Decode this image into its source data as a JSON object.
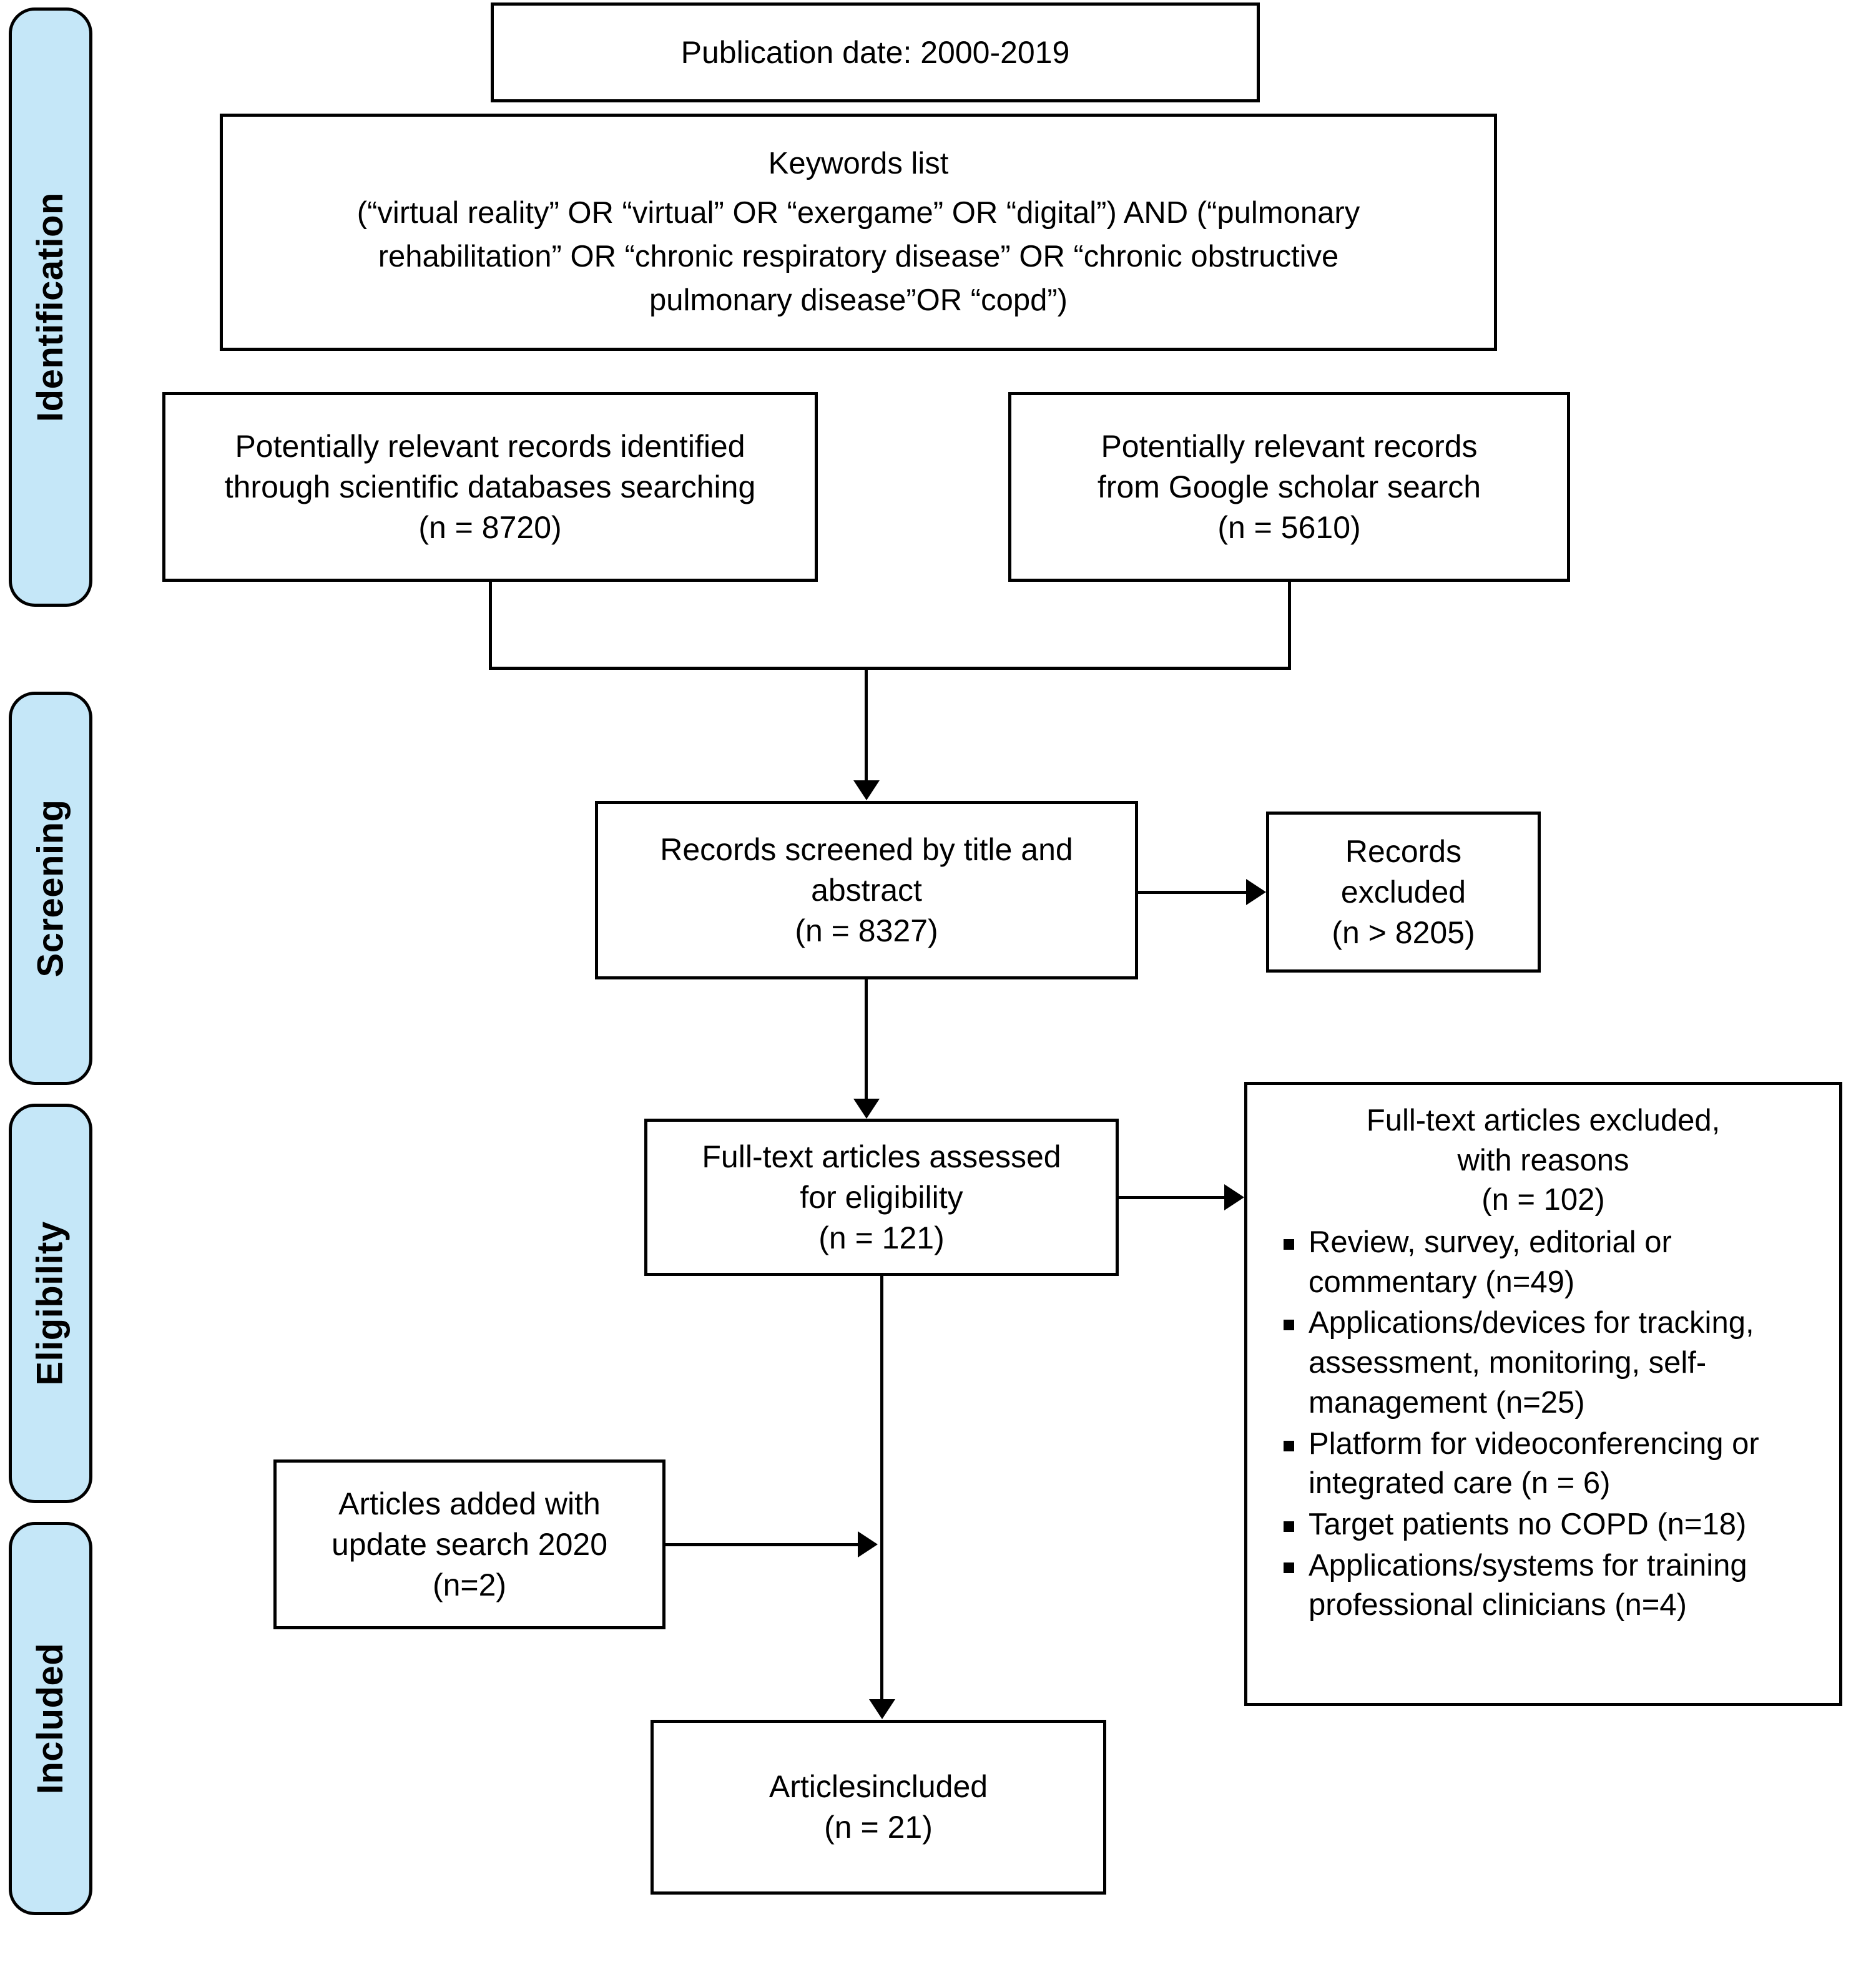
{
  "diagram": {
    "type": "prisma-flow-diagram",
    "title": "PRISMA flow diagram"
  },
  "stages": [
    {
      "id": "identification",
      "label": "Identification"
    },
    {
      "id": "screening",
      "label": "Screening"
    },
    {
      "id": "eligibility",
      "label": "Eligibility"
    },
    {
      "id": "included",
      "label": "Included"
    }
  ],
  "boxes": {
    "publication_date": {
      "text": "Publication date: 2000-2019"
    },
    "keywords": {
      "title": "Keywords list",
      "line1": "(“virtual reality” OR “virtual” OR “exergame” OR “digital”) AND (“pulmonary",
      "line2": "rehabilitation” OR “chronic respiratory disease” OR “chronic obstructive",
      "line3": "pulmonary disease”OR “copd”)"
    },
    "databases": {
      "line1": "Potentially relevant records identified",
      "line2": "through scientific databases searching",
      "count": "(n = 8720)"
    },
    "google_scholar": {
      "line1": "Potentially relevant records",
      "line2": "from Google scholar search",
      "count": "(n = 5610)"
    },
    "screened": {
      "line1": "Records screened by title and",
      "line2": "abstract",
      "count": "(n = 8327)"
    },
    "records_excluded": {
      "line1": "Records excluded",
      "count": "(n > 8205)"
    },
    "fulltext_assessed": {
      "line1": "Full-text articles assessed",
      "line2": "for eligibility",
      "count": "(n = 121)"
    },
    "fulltext_excluded": {
      "line1": "Full-text articles excluded,",
      "line2": "with reasons",
      "count": "(n = 102)",
      "reasons": [
        "Review, survey, editorial or commentary (n=49)",
        "Applications/devices for tracking, assessment, monitoring, self-management (n=25)",
        "Platform for videoconferencing or integrated care (n = 6)",
        "Target patients no COPD (n=18)",
        "Applications/systems for training professional clinicians (n=4)"
      ]
    },
    "update_search": {
      "line1": "Articles added with",
      "line2": "update search 2020",
      "count": "(n=2)"
    },
    "articles_included": {
      "line1": "Articlesincluded",
      "count": "(n = 21)"
    }
  },
  "colors": {
    "stage_fill": "#c5e7f8",
    "stroke": "#000000",
    "box_fill": "#ffffff"
  }
}
